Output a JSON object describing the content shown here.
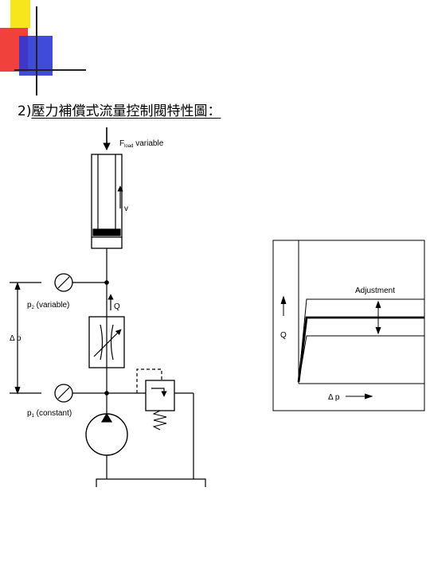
{
  "slide": {
    "number": "2)",
    "title": "壓力補償式流量控制閥特性圖："
  },
  "colors": {
    "yellow": "#f8e61c",
    "red": "#f0413c",
    "blue": "#2b37d6",
    "line": "#000000"
  },
  "circuit": {
    "force_label": "F",
    "force_subscript": "load",
    "force_suffix": " variable",
    "velocity_label": "v",
    "flow_label": "Q",
    "p2_label": "p",
    "p2_subscript": "2",
    "p2_suffix": " (variable)",
    "delta_p_label": "Δ p",
    "p1_label": "p",
    "p1_subscript": "1",
    "p1_suffix": " (constant)"
  },
  "characteristic_chart": {
    "adjustment_label": "Adjustment",
    "y_label": "Q",
    "x_label": "Δ p"
  }
}
